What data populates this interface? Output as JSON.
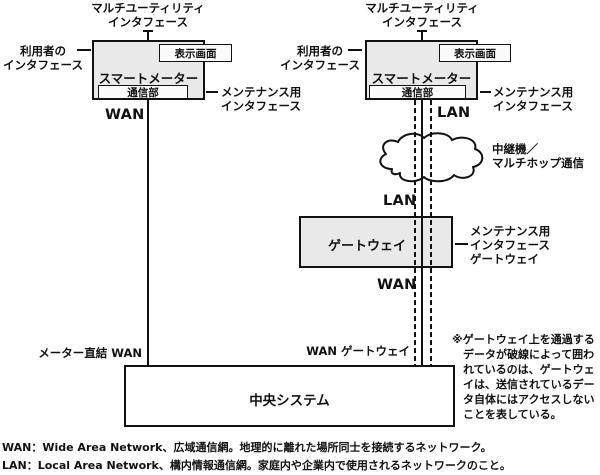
{
  "labels": {
    "multi_utility": "マルチユーティリティ\nインタフェース",
    "user_interface": "利用者の\nインタフェース",
    "maintenance_interface": "メンテナンス用\nインタフェース",
    "wan": "WAN",
    "lan": "LAN",
    "relay": "中継機／\nマルチホップ通信",
    "maintenance_gateway": "メンテナンス用\nインタフェース\nゲートウェイ",
    "wan_gateway": "WAN ゲートウェイ",
    "meter_direct_wan": "メーター直結 WAN"
  },
  "boxes": {
    "smart_meter_title": "スマートメーター",
    "display_screen": "表示画面",
    "comm_unit": "通信部",
    "gateway_title": "ゲートウェイ",
    "central_system_title": "中央システム"
  },
  "note": "※ゲートウェイ上を通過する\nデータが破線によって囲わ\nれているのは、ゲートウェ\nイは、送信されているデー\nタ自体にはアクセスしない\nことを表している。",
  "footnotes": [
    "WAN：Wide Area Network、広域通信網。地理的に離れた場所同士を接続するネットワーク。",
    "LAN：Local Area Network、構内情報通信網。家庭内や企業内で使用されるネットワークのこと。"
  ],
  "colors": {
    "box_fill": "#e9e9e9",
    "inner_fill": "#fbfbfb",
    "line": "#111111",
    "background": "#ffffff"
  }
}
